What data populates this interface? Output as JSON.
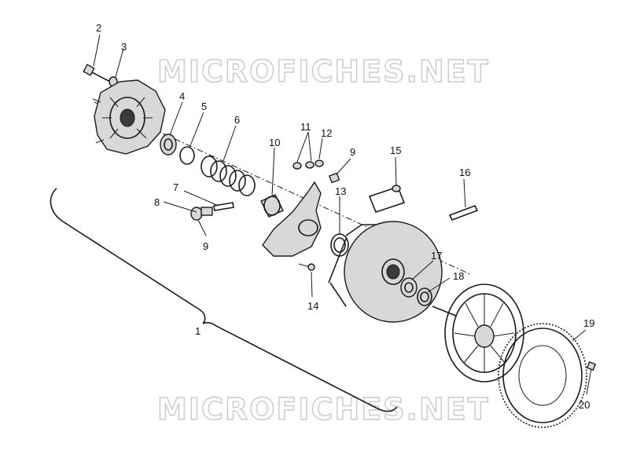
{
  "watermarks": [
    "MICROFICHES.NET",
    "MICROFICHES.NET"
  ],
  "callouts": {
    "c1": "1",
    "c2": "2",
    "c3": "3",
    "c4": "4",
    "c5": "5",
    "c6": "6",
    "c7": "7",
    "c8": "8",
    "c9a": "9",
    "c9b": "9",
    "c10": "10",
    "c11": "11",
    "c12": "12",
    "c13": "13",
    "c14": "14",
    "c15": "15",
    "c16": "16",
    "c17": "17",
    "c18": "18",
    "c19": "19",
    "c20": "20"
  }
}
